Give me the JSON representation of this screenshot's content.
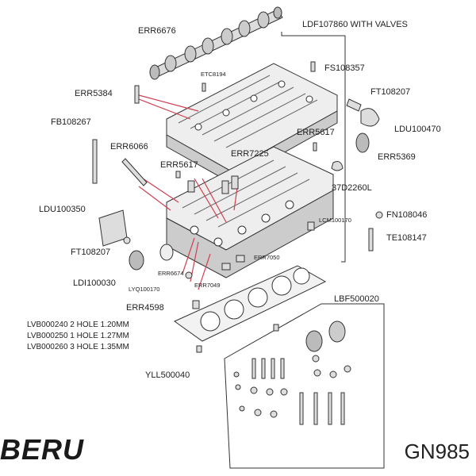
{
  "labels": {
    "camshaft": "ERR6676",
    "head_assembly": "LDF107860 WITH VALVES",
    "etc": "ETC8194",
    "fs": "FS108357",
    "err5384": "ERR5384",
    "ft108207_top": "FT108207",
    "fb": "FB108267",
    "err5617_r": "ERR5617",
    "ldu100470": "LDU100470",
    "err6066": "ERR6066",
    "err7225": "ERR7225",
    "err5369": "ERR5369",
    "err5617_l": "ERR5617",
    "d37": "37D2260L",
    "ldu100350": "LDU100350",
    "fn": "FN108046",
    "lcm": "LCM100170",
    "te": "TE108147",
    "ft108207_bot": "FT108207",
    "err7050": "ERR7050",
    "err6674": "ERR6674",
    "ldi": "LDI100030",
    "lyq": "LYQ100170",
    "err7049": "ERR7049",
    "lbf": "LBF500020",
    "err4598": "ERR4598",
    "lvb1": "LVB000240 2 HOLE 1.20MM",
    "lvb2": "LVB000250 1 HOLE 1.27MM",
    "lvb3": "LVB000260 3 HOLE 1.35MM",
    "yll": "YLL500040"
  },
  "brand": "BERU",
  "part_number": "GN985",
  "colors": {
    "line": "#333333",
    "leader": "#d04050",
    "part_fill": "#e8e8e8",
    "part_dark": "#9a9a9a"
  }
}
